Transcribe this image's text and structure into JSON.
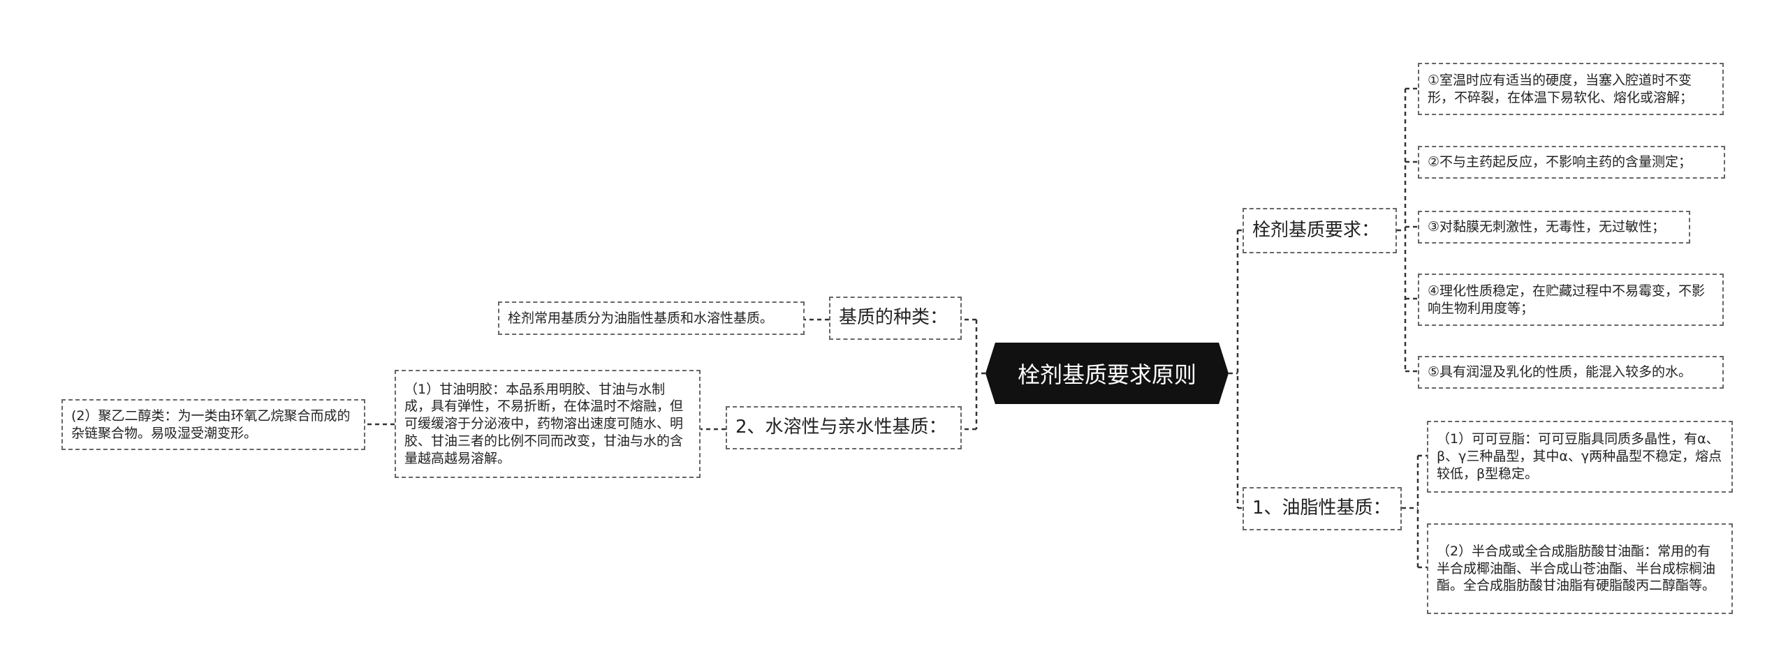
{
  "root": {
    "label": "栓剂基质要求原则"
  },
  "left": {
    "types": {
      "label": "基质的种类：",
      "leaf": "栓剂常用基质分为油脂性基质和水溶性基质。"
    },
    "water": {
      "label": "2、水溶性与亲水性基质：",
      "gelatin": "（1）甘油明胶：本品系用明胶、甘油与水制成，具有弹性，不易折断，在体温时不熔融，但可缓缓溶于分泌液中，药物溶出速度可随水、明胶、甘油三者的比例不同而改变，甘油与水的含量越高越易溶解。",
      "peg": "(2）聚乙二醇类：为一类由环氧乙烷聚合而成的杂链聚合物。易吸湿受潮变形。"
    }
  },
  "right": {
    "requirements": {
      "label": "栓剂基质要求：",
      "items": [
        "①室温时应有适当的硬度，当塞入腔道时不变形，不碎裂，在体温下易软化、熔化或溶解；",
        "②不与主药起反应，不影响主药的含量测定；",
        "③对黏膜无刺激性，无毒性，无过敏性；",
        "④理化性质稳定，在贮藏过程中不易霉变，不影响生物利用度等；",
        "⑤具有润湿及乳化的性质，能混入较多的水。"
      ]
    },
    "oily": {
      "label": "1、油脂性基质：",
      "items": [
        "（1）可可豆脂：可可豆脂具同质多晶性，有α、β、γ三种晶型，其中α、γ两种晶型不稳定，熔点较低，β型稳定。",
        "（2）半合成或全合成脂肪酸甘油酯：常用的有半合成椰油酯、半合成山苍油酯、半台成棕榈油酯。全合成脂肪酸甘油脂有硬脂酸丙二醇酯等。"
      ]
    }
  }
}
